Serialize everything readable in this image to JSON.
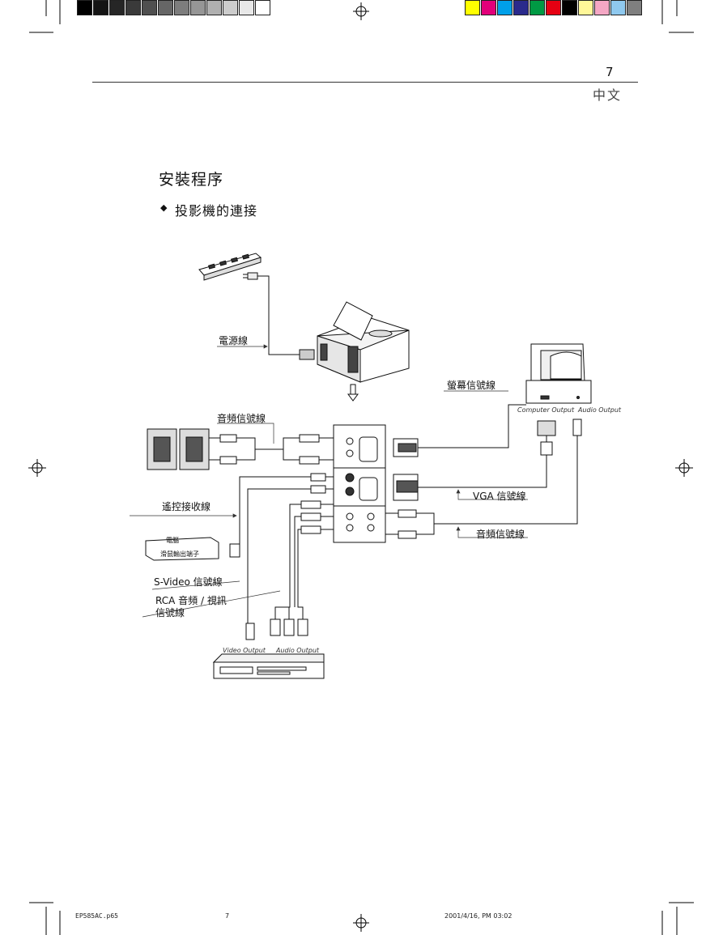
{
  "header": {
    "page_number": "7",
    "language": "中文"
  },
  "section": {
    "title": "安裝程序",
    "subtitle": "投影機的連接"
  },
  "diagram": {
    "power_cable": "電源線",
    "monitor_cable": "螢幕信號線",
    "audio_cable_top": "音頻信號線",
    "computer_output": "Computer Output",
    "audio_output_pc": "Audio Output",
    "remote_receiver": "遙控接收線",
    "vga_cable": "VGA 信號線",
    "audio_cable_right": "音頻信號線",
    "computer_box_label": "電腦",
    "computer_box_port": "滑鼠輸出端子",
    "svideo_cable": "S-Video 信號線",
    "rca_line1": "RCA 音頻 / 視訊",
    "rca_line2": "信號線",
    "video_output": "Video Output",
    "audio_output_vcr": "Audio Output"
  },
  "footer": {
    "file": "EP585AC.p65",
    "page": "7",
    "date": "2001/4/16, PM 03:02"
  },
  "colors": {
    "bar_gray": [
      "#000000",
      "#141414",
      "#262626",
      "#3a3a3a",
      "#4f4f4f",
      "#666666",
      "#7d7d7d",
      "#969696",
      "#b0b0b0",
      "#cccccc",
      "#e8e8e8",
      "#ffffff"
    ],
    "bar_color": [
      "#ffff00",
      "#e2007a",
      "#00a0e9",
      "#2a2a8c",
      "#009a44",
      "#e60012",
      "#000000",
      "#fff799",
      "#f4a7c4",
      "#8fc9ef",
      "#7f7f7f"
    ]
  }
}
